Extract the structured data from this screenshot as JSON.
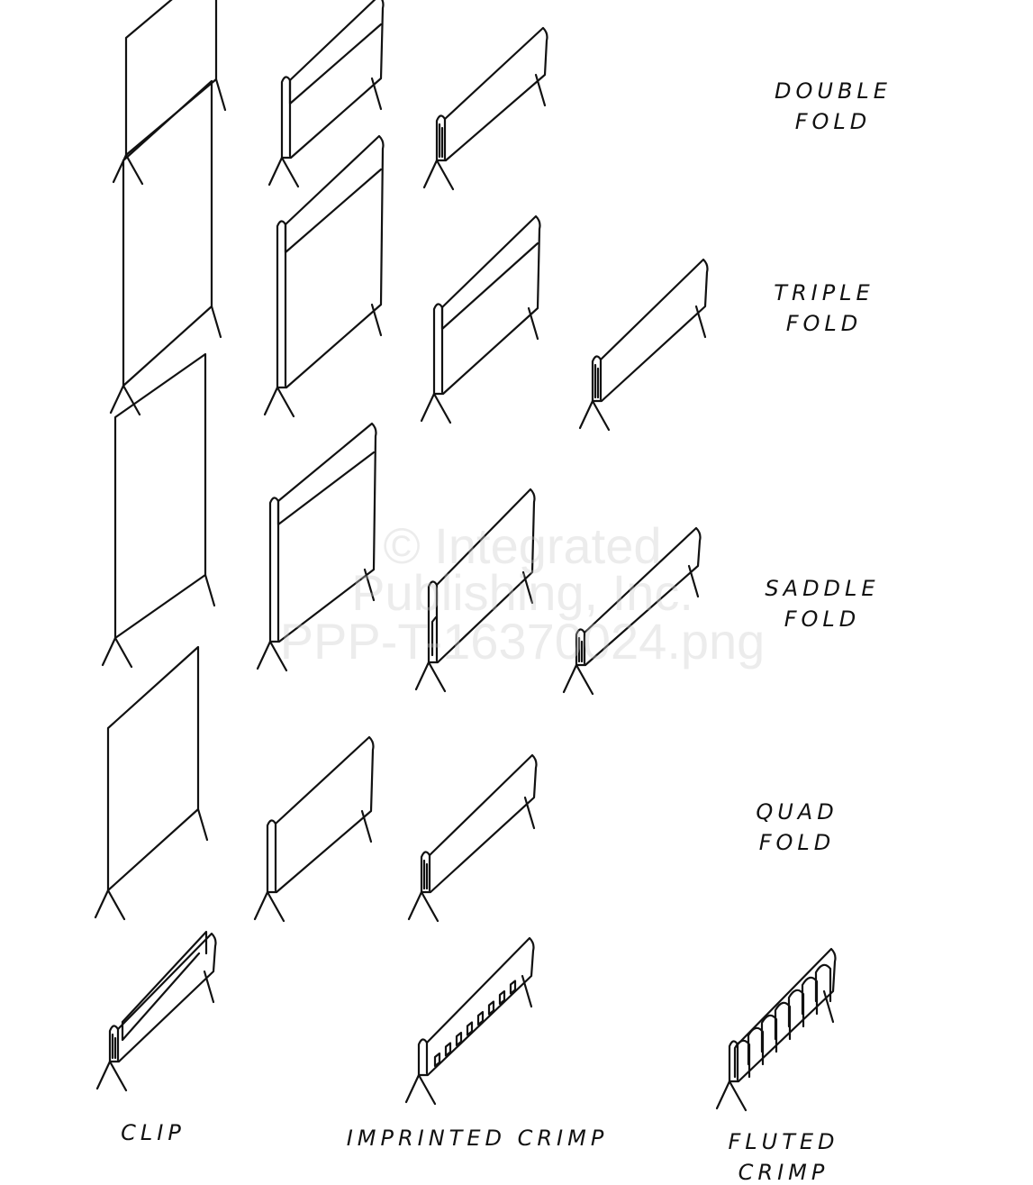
{
  "figure": {
    "row_labels": [
      {
        "line1": "DOUBLE",
        "line2": "FOLD"
      },
      {
        "line1": "TRIPLE",
        "line2": "FOLD"
      },
      {
        "line1": "SADDLE",
        "line2": "FOLD"
      },
      {
        "line1": "QUAD",
        "line2": "FOLD"
      }
    ],
    "bottom_labels": {
      "clip": "CLIP",
      "imprinted": "IMPRINTED CRIMP",
      "fluted_line1": "FLUTED",
      "fluted_line2": "CRIMP"
    }
  },
  "watermark": {
    "line1": "© Integrated",
    "line2": "Publishing, Inc.",
    "line3": "PPP-T-16370024.png"
  }
}
